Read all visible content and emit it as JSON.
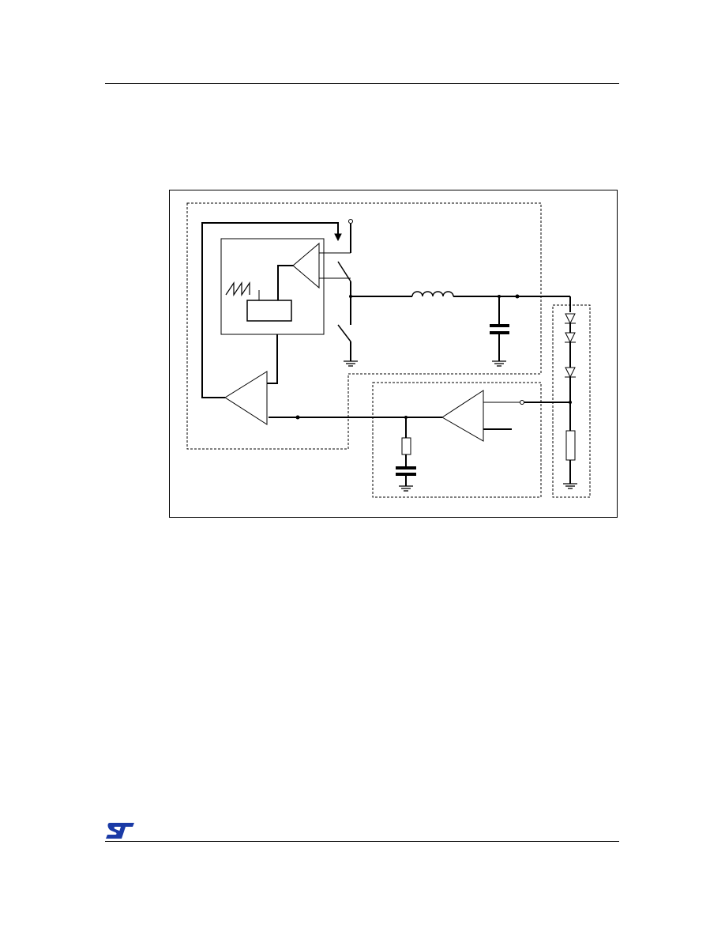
{
  "page": {
    "header_rule": true,
    "footer_rule": true
  },
  "logo": {
    "brand": "ST",
    "color": "#1a3aa6"
  },
  "figure": {
    "type": "block-diagram",
    "caption": "",
    "labels": [],
    "colors": {
      "lines": "#000000",
      "dashed": "#000000"
    },
    "components": [
      "input-node",
      "high-side-switch",
      "low-side-switch",
      "inductor",
      "output-capacitor",
      "pwm-comparator",
      "ramp-generator",
      "error-amplifier",
      "sense-amplifier",
      "compensation-resistor",
      "compensation-capacitor",
      "led-string",
      "sense-resistor",
      "ground-symbols"
    ],
    "led_count": 3
  }
}
